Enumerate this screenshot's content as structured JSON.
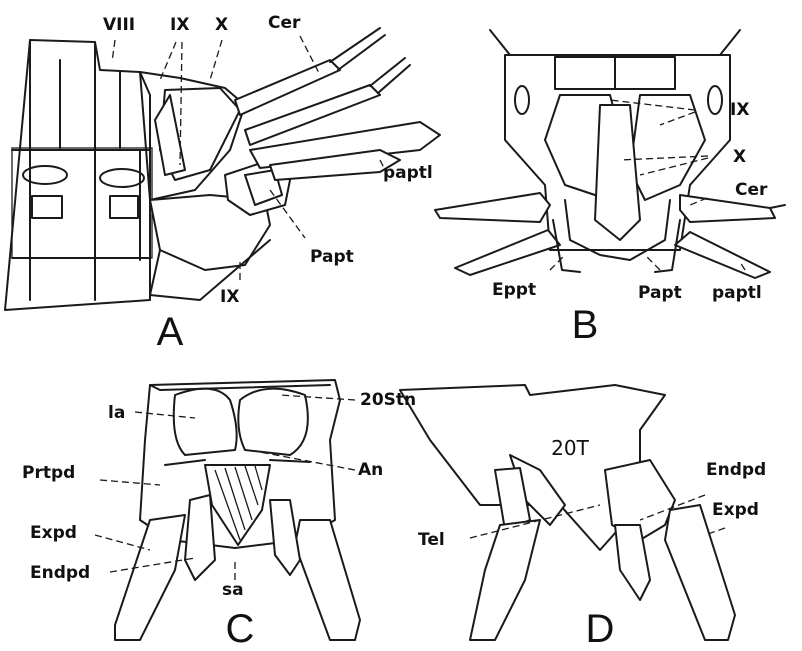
{
  "panels": {
    "A": {
      "letter": "A",
      "labels": {
        "viii": "VIII",
        "ix_top": "IX",
        "x": "X",
        "cer": "Cer",
        "paptl": "paptl",
        "papt": "Papt",
        "ix_bottom": "IX"
      }
    },
    "B": {
      "letter": "B",
      "labels": {
        "ix": "IX",
        "x": "X",
        "cer": "Cer",
        "eppt": "Eppt",
        "papt": "Papt",
        "paptl": "paptl"
      }
    },
    "C": {
      "letter": "C",
      "labels": {
        "stn": "20Stn",
        "la": "la",
        "prtpd": "Prtpd",
        "an": "An",
        "expd": "Expd",
        "endpd": "Endpd",
        "sa": "sa"
      }
    },
    "D": {
      "letter": "D",
      "labels": {
        "t": "20T",
        "endpd": "Endpd",
        "expd": "Expd",
        "tel": "Tel"
      }
    }
  }
}
